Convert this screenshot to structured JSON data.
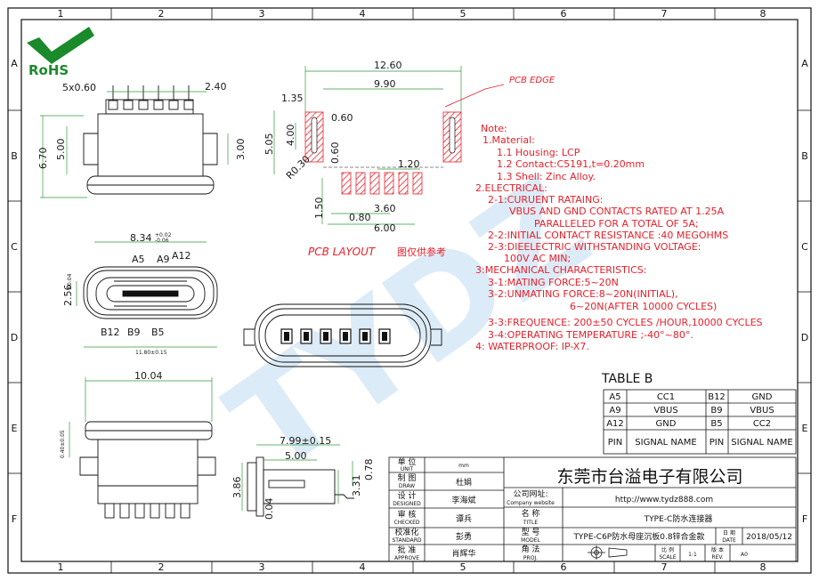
{
  "frame": {
    "col_labels": [
      "1",
      "2",
      "3",
      "4",
      "5",
      "6",
      "7",
      "8"
    ],
    "row_labels": [
      "A",
      "B",
      "C",
      "D",
      "E",
      "F"
    ]
  },
  "logo": {
    "text": "RoHS",
    "color": "#1a8a2a"
  },
  "watermark": {
    "text": "TYDZ",
    "color": "#3f8fd6"
  },
  "colors": {
    "line": "#111111",
    "dim": "#2e9a3a",
    "note": "#e8202a",
    "hatch": "#e8202a"
  },
  "dims": {
    "pitch": "5x0.60",
    "pin_len": "2.40",
    "height_6_70": "6.70",
    "height_5_00": "5.00",
    "height_3_00": "3.00",
    "pcb_12_60": "12.60",
    "pcb_9_90": "9.90",
    "pcb_1_35": "1.35",
    "pcb_0_60a": "0.60",
    "pcb_5_05": "5.05",
    "pcb_4_00": "4.00",
    "pcb_0_60b": "0.60",
    "pcb_r030": "R0.30",
    "pcb_1_20": "1.20",
    "pcb_3_60": "3.60",
    "pcb_1_50": "1.50",
    "pcb_0_80": "0.80",
    "pcb_6_00": "6.00",
    "front_8_34": "8.34",
    "front_8_34_tol_up": "+0.02",
    "front_8_34_tol_dn": "-0.06",
    "front_2_56": "2.56",
    "front_2_56_tol": "±0.04",
    "front_11_80": "11.80±0.15",
    "bottom_10_04": "10.04",
    "bottom_0_40": "0.40±0.05",
    "side_7_99": "7.99±0.15",
    "side_5_00": "5.00",
    "side_0_78": "0.78",
    "side_3_86": "3.86",
    "side_3_31": "3.31",
    "side_0_04": "0.04"
  },
  "pin_labels": {
    "a5": "A5",
    "a9": "A9",
    "a12": "A12",
    "b12": "B12",
    "b9": "B9",
    "b5": "B5"
  },
  "pcb_edge": "PCB EDGE",
  "pcb_layout": "PCB LAYOUT",
  "pcb_layout_cn": "图仅供参考",
  "notes": [
    "Note:",
    "1.Material:",
    "1.1  Housing: LCP",
    "1.2  Contact:C5191,t=0.20mm",
    "1.3  Shell: Zinc Alloy.",
    "2.ELECTRICAL:",
    "2-1:CURUENT RATAING:",
    "VBUS AND GND CONTACTS RATED AT 1.25A",
    "PARALLELED FOR A TOTAL OF 5A;",
    "2-2:INITIAL CONTACT RESISTANCE :40 MEGOHMS",
    "2-3:DIEELECTRIC WITHSTANDING VOLTAGE:",
    "100V AC MIN;",
    "3:MECHANICAL CHARACTERISTICS:",
    "3-1:MATING FORCE:5~20N",
    "3-2:UNMATING FORCE:8~20N(INITIAL),",
    "6~20N(AFTER 10000 CYCLES)",
    "3-3:FREQUENCE: 200±50 CYCLES /HOUR,10000 CYCLES",
    "3-4:OPERATING TEMPERATURE ;-40°~80°.",
    "4: WATERPROOF: IP-X7."
  ],
  "table_b": {
    "title": "TABLE B",
    "rows": [
      [
        "A5",
        "CC1",
        "B12",
        "GND"
      ],
      [
        "A9",
        "VBUS",
        "B9",
        "VBUS"
      ],
      [
        "A12",
        "GND",
        "B5",
        "CC2"
      ],
      [
        "PIN",
        "SIGNAL NAME",
        "PIN",
        "SIGNAL NAME"
      ]
    ]
  },
  "title_block": {
    "company": "东莞市台溢电子有限公司",
    "unit_cn": "单 位",
    "unit_en": "UNIT",
    "unit_val": "mm",
    "draw_cn": "制 图",
    "draw_en": "DRAW",
    "draw_val": "杜娟",
    "design_cn": "设 计",
    "design_en": "DESIGNED",
    "design_val": "李海斌",
    "check_cn": "审 核",
    "check_en": "CHECKED",
    "check_val": "谭兵",
    "std_cn": "校准化",
    "std_en": "STANDARD",
    "std_val": "彭勇",
    "approve_cn": "批 准",
    "approve_en": "APPROVE",
    "approve_val": "肖辉华",
    "website_cn": "公司网址:",
    "website_en": "Company website",
    "website_val": "http://www.tydz888.com",
    "title_cn": "名 称",
    "title_en": "TITLE",
    "title_val": "TYPE-C防水连接器",
    "model_cn": "型 号",
    "model_en": "MODEL",
    "model_val": "TYPE-C6P防水母座沉板0.8锌合金款",
    "date_cn": "日 期",
    "date_en": "DATE",
    "date_val": "2018/05/12",
    "proj_cn": "角 法",
    "proj_en": "PROJ.",
    "scale_cn": "比 例",
    "scale_en": "SCALE",
    "scale_val": "1:1",
    "rev_cn": "版 本",
    "rev_en": "REV.",
    "rev_val": "A0"
  }
}
